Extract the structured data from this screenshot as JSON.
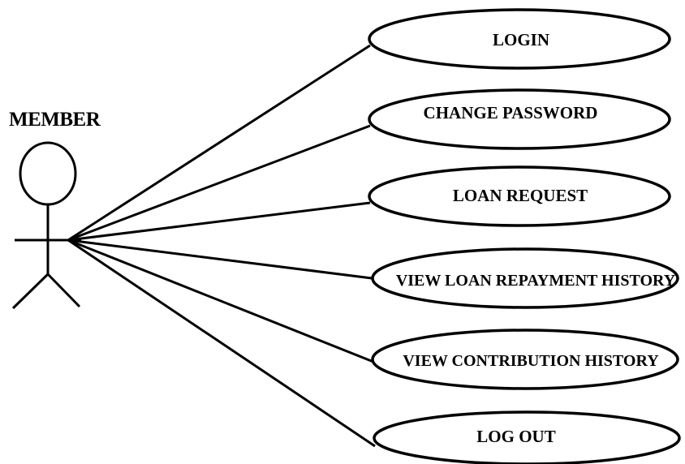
{
  "actor": {
    "name": "MEMBER"
  },
  "use_cases": [
    {
      "label": "LOGIN"
    },
    {
      "label": "CHANGE PASSWORD"
    },
    {
      "label": "LOAN REQUEST"
    },
    {
      "label": "VIEW LOAN REPAYMENT HISTORY"
    },
    {
      "label": "VIEW CONTRIBUTION HISTORY"
    },
    {
      "label": "LOG OUT"
    }
  ],
  "colors": {
    "line": "#000000",
    "background": "#ffffff"
  }
}
